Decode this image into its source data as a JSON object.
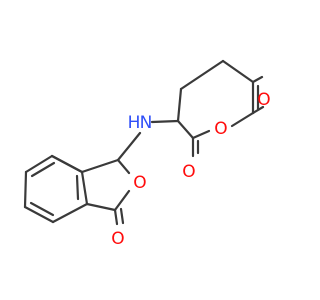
{
  "molecule": {
    "atoms": [
      {
        "id": "O_ketone_top",
        "label": "O",
        "color": "#ff0d0d"
      },
      {
        "id": "N_amine",
        "label": "N",
        "color": "#3050f8"
      },
      {
        "id": "O_ring_glutaric",
        "label": "O",
        "color": "#ff0d0d"
      },
      {
        "id": "O_ketone_mid",
        "label": "O",
        "color": "#ff0d0d"
      },
      {
        "id": "O_ring_phthalide",
        "label": "O",
        "color": "#ff0d0d"
      },
      {
        "id": "O_ketone_bottom",
        "label": "O",
        "color": "#ff0d0d"
      }
    ],
    "hydrogen_label": "H",
    "bond_color": "#3a3a3a",
    "background": "#ffffff"
  }
}
